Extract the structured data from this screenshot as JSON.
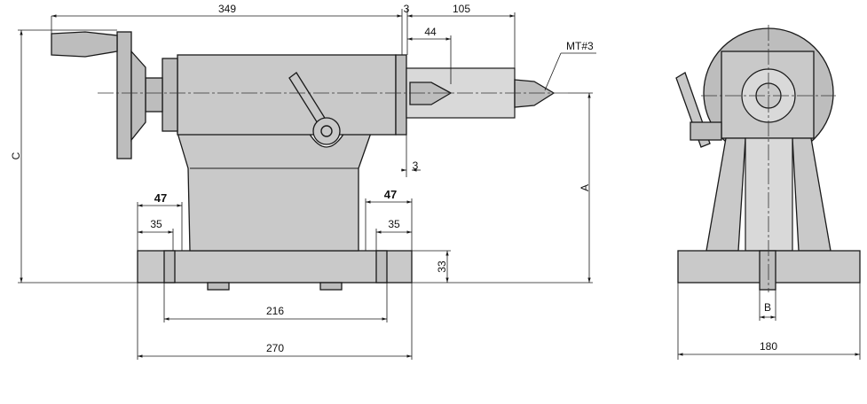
{
  "dimensions": {
    "overall_length": "349",
    "gap_top": "3",
    "quill_extension": "105",
    "quill_travel": "44",
    "taper": "MT#3",
    "slot_width_left": "47",
    "slot_inner_left": "35",
    "slot_width_right": "47",
    "slot_inner_right": "35",
    "gap_bottom": "3",
    "base_height": "33",
    "bolt_spacing": "216",
    "base_length": "270",
    "base_width": "180",
    "height_c": "C",
    "height_a": "A",
    "key_b": "B"
  }
}
